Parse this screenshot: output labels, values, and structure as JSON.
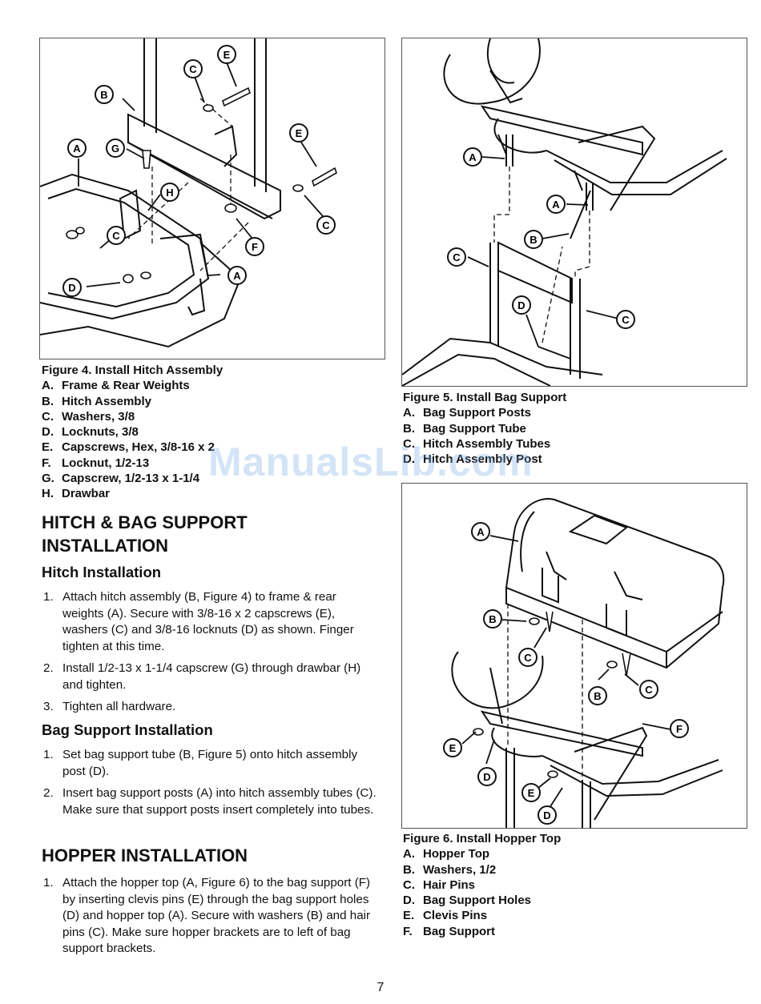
{
  "figure4": {
    "caption_title": "Figure 4.  Install Hitch Assembly",
    "items": [
      {
        "letter": "A.",
        "text": "Frame & Rear Weights"
      },
      {
        "letter": "B.",
        "text": "Hitch Assembly"
      },
      {
        "letter": "C.",
        "text": "Washers, 3/8"
      },
      {
        "letter": "D.",
        "text": "Locknuts, 3/8"
      },
      {
        "letter": "E.",
        "text": "Capscrews, Hex, 3/8-16 x 2"
      },
      {
        "letter": "F.",
        "text": "Locknut, 1/2-13"
      },
      {
        "letter": "G.",
        "text": "Capscrew, 1/2-13 x 1-1/4"
      },
      {
        "letter": "H.",
        "text": "Drawbar"
      }
    ],
    "callouts": {
      "A": "A",
      "B": "B",
      "C": "C",
      "D": "D",
      "E": "E",
      "F": "F",
      "G": "G",
      "H": "H"
    }
  },
  "figure5": {
    "caption_title": "Figure 5.  Install Bag Support",
    "items": [
      {
        "letter": "A.",
        "text": "Bag Support Posts"
      },
      {
        "letter": "B.",
        "text": "Bag Support Tube"
      },
      {
        "letter": "C.",
        "text": "Hitch Assembly Tubes"
      },
      {
        "letter": "D.",
        "text": "Hitch Assembly Post"
      }
    ],
    "callouts": {
      "A": "A",
      "B": "B",
      "C": "C",
      "D": "D"
    }
  },
  "figure6": {
    "caption_title": "Figure 6.  Install Hopper Top",
    "items": [
      {
        "letter": "A.",
        "text": "Hopper Top"
      },
      {
        "letter": "B.",
        "text": "Washers, 1/2"
      },
      {
        "letter": "C.",
        "text": "Hair Pins"
      },
      {
        "letter": "D.",
        "text": "Bag Support Holes"
      },
      {
        "letter": "E.",
        "text": "Clevis Pins"
      },
      {
        "letter": "F.",
        "text": "Bag Support"
      }
    ],
    "callouts": {
      "A": "A",
      "B": "B",
      "C": "C",
      "D": "D",
      "E": "E",
      "F": "F"
    }
  },
  "section_hitch_bag": {
    "heading_line1": "HITCH & BAG SUPPORT",
    "heading_line2": "INSTALLATION",
    "hitch_installation": {
      "heading": "Hitch Installation",
      "steps": [
        {
          "num": "1.",
          "text": "Attach hitch assembly (B, Figure 4) to frame & rear weights (A).  Secure with 3/8-16 x 2 capscrews (E), washers (C) and 3/8-16 locknuts (D) as shown. Finger tighten at this time."
        },
        {
          "num": "2.",
          "text": "Install 1/2-13 x 1-1/4 capscrew (G) through drawbar (H) and tighten."
        },
        {
          "num": "3.",
          "text": "Tighten all hardware."
        }
      ]
    },
    "bag_support_installation": {
      "heading": "Bag Support Installation",
      "steps": [
        {
          "num": "1.",
          "text": "Set bag support tube (B, Figure 5) onto hitch assembly post (D)."
        },
        {
          "num": "2.",
          "text": "Insert bag support posts (A) into hitch assembly tubes (C).  Make sure that support posts insert completely into tubes."
        }
      ]
    }
  },
  "section_hopper": {
    "heading": "HOPPER INSTALLATION",
    "steps": [
      {
        "num": "1.",
        "text": "Attach the hopper top (A, Figure 6) to the bag support (F) by inserting clevis pins (E) through the bag support holes (D) and hopper top (A).  Secure with washers (B) and hair pins (C).  Make sure hopper brackets are to left of bag support brackets."
      }
    ]
  },
  "watermark": "ManualsLib.com",
  "page_number": "7"
}
